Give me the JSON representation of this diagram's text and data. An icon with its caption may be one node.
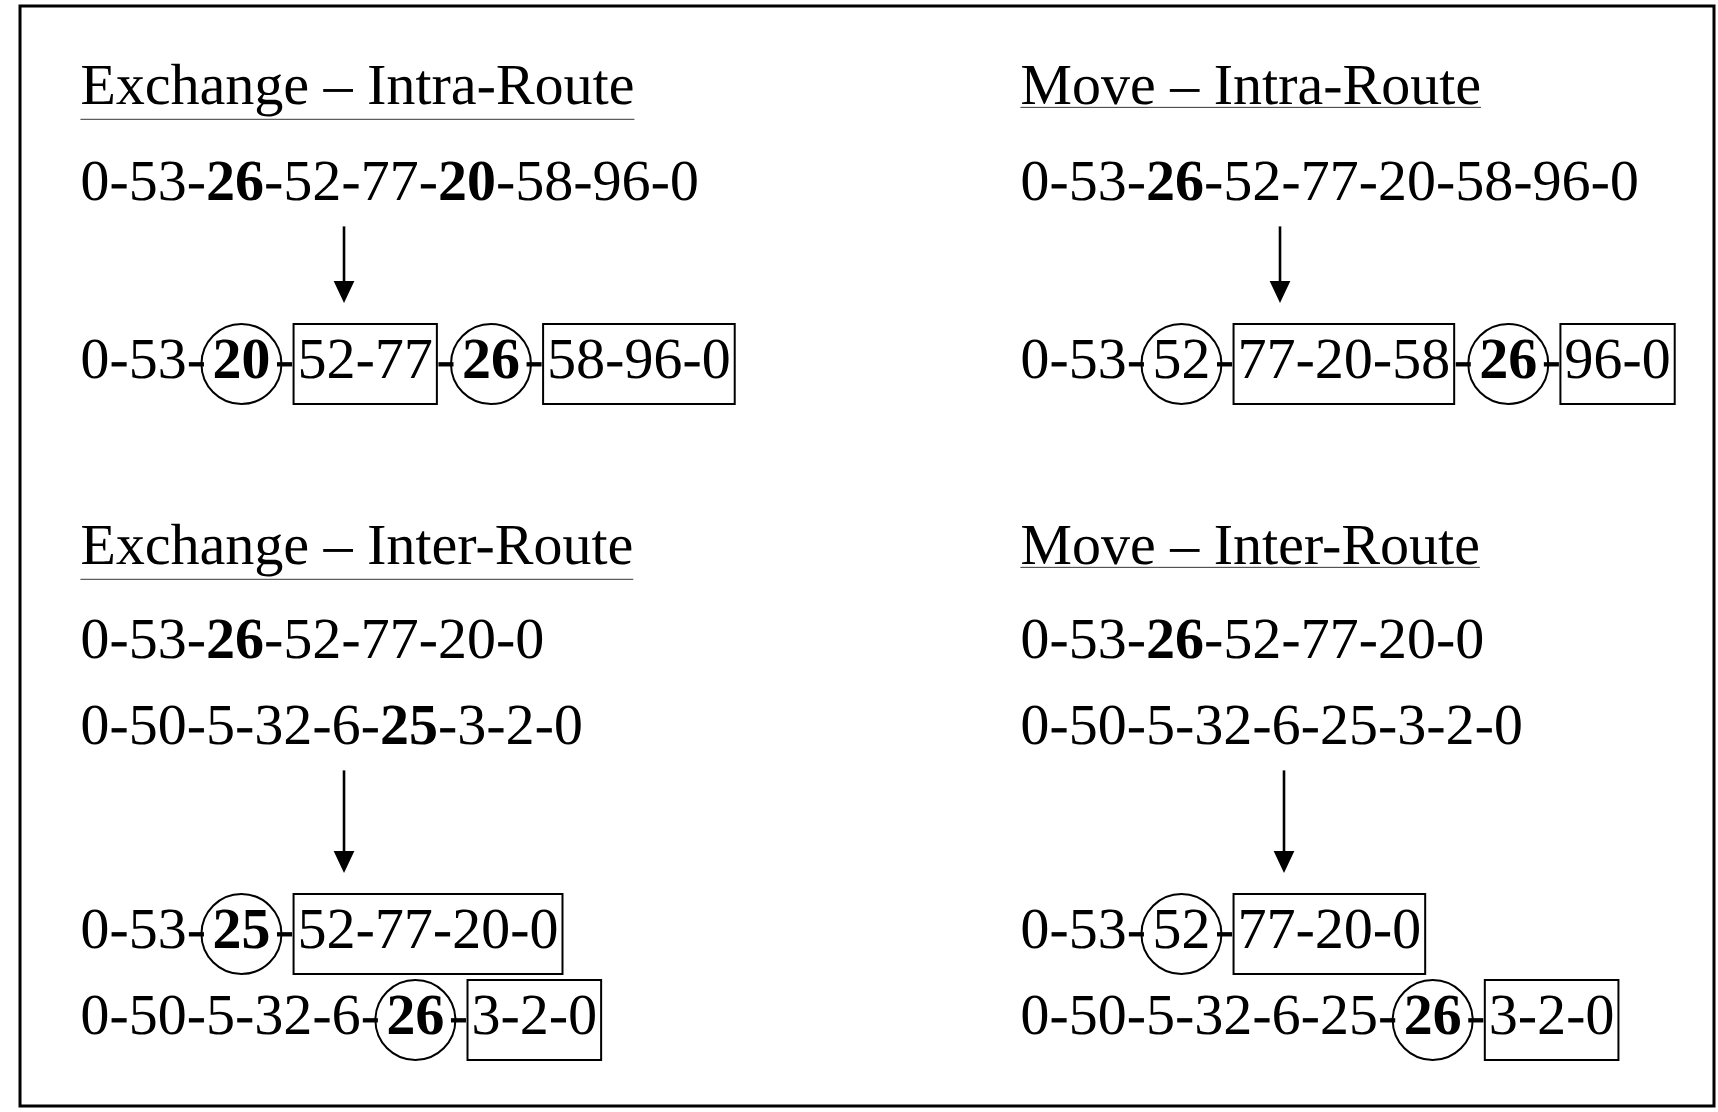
{
  "diagram": {
    "nodes": [
      {
        "text": [
          "0-53-**26**-52-77-**20**-58-96-0"
        ]
      },
      {
        "text": [
          "20"
        ]
      },
      {
        "text": [
          "52-77"
        ]
      },
      {
        "text": [
          "26"
        ]
      },
      {
        "text": [
          "58-96-0"
        ]
      },
      {
        "text": [
          "0-53-**26**-52-77-20-58-96-0"
        ]
      },
      {
        "text": [
          "52"
        ]
      },
      {
        "text": [
          "77-20-58"
        ]
      },
      {
        "text": [
          "26"
        ]
      },
      {
        "text": [
          "96-0"
        ]
      },
      {
        "text": [
          "0-53-**26**-52-77-20-0"
        ]
      },
      {
        "text": [
          "0-50-5-32-6-**25**-3-2-0"
        ]
      },
      {
        "text": [
          "25"
        ]
      },
      {
        "text": [
          "52-77-20-0"
        ]
      },
      {
        "text": [
          "26"
        ]
      },
      {
        "text": [
          "3-2-0"
        ]
      },
      {
        "text": [
          "0-53-**26**-52-77-20-0"
        ]
      },
      {
        "text": [
          "0-50-5-32-6-25-3-2-0"
        ]
      },
      {
        "text": [
          "52"
        ]
      },
      {
        "text": [
          "77-20-0"
        ]
      },
      {
        "text": [
          "26"
        ]
      },
      {
        "text": [
          "3-2-0"
        ]
      }
    ],
    "edges": [
      {
        "from": 0,
        "to": 2,
        "arrow": "to"
      },
      {
        "from": 5,
        "to": 7,
        "arrow": "to"
      },
      {
        "from": 11,
        "to": 13,
        "arrow": "to"
      },
      {
        "from": 17,
        "to": 19,
        "arrow": "to"
      }
    ],
    "labels": [
      "Exchange – Intra-Route",
      "0-53-",
      "-",
      "-",
      "-",
      "Move – Intra-Route",
      "0-53-",
      "-",
      "-",
      "-",
      "Exchange – Inter-Route",
      "0-53-",
      "-",
      "0-50-5-32-6-",
      "-",
      "Move – Inter-Route",
      "0-53-",
      "-",
      "0-50-5-32-6-25-",
      "-"
    ]
  }
}
